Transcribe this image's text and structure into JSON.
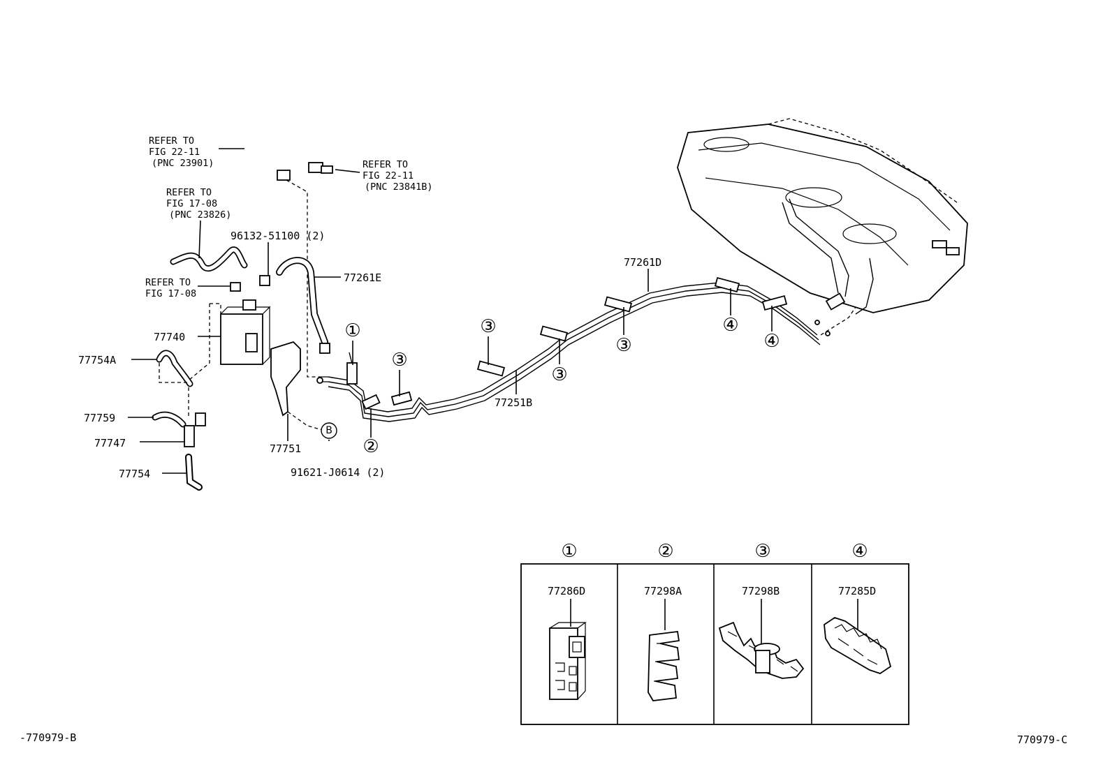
{
  "refs": {
    "ref1": [
      "REFER TO",
      "FIG 22-11",
      "(PNC 23901)"
    ],
    "ref2": [
      "REFER TO",
      "FIG 22-11",
      "(PNC 23841B)"
    ],
    "ref3": [
      "REFER TO",
      "FIG 17-08",
      "(PNC 23826)"
    ],
    "ref4": [
      "REFER TO",
      "FIG 17-08"
    ]
  },
  "parts": {
    "p96132": "96132-51100 (2)",
    "p77261E": "77261E",
    "p77740": "77740",
    "p77754A": "77754A",
    "p77759": "77759",
    "p77747": "77747",
    "p77754": "77754",
    "p77751": "77751",
    "p91621": "91621-J0614 (2)",
    "p77251B": "77251B",
    "p77261D": "77261D"
  },
  "callouts": {
    "c1": "①",
    "c2": "②",
    "c3": "③",
    "c4": "④",
    "cB": "B"
  },
  "legend": [
    {
      "mark": "①",
      "part": "77286D"
    },
    {
      "mark": "②",
      "part": "77298A"
    },
    {
      "mark": "③",
      "part": "77298B"
    },
    {
      "mark": "④",
      "part": "77285D"
    }
  ],
  "footer": {
    "left": "-770979-B",
    "right": "770979-C"
  }
}
